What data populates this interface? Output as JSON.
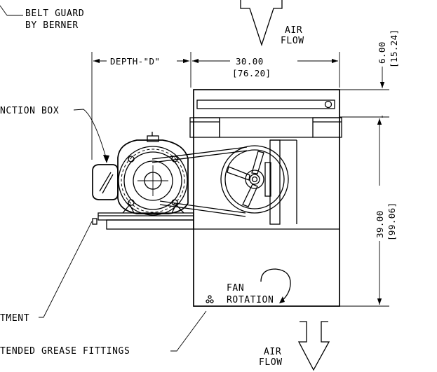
{
  "labels": {
    "belt_guard_1": "BELT GUARD",
    "belt_guard_2": "BY BERNER",
    "junction_box": "NCTION BOX",
    "adjustment": "TMENT",
    "grease": "TENDED GREASE FITTINGS",
    "fan_1": "FAN",
    "fan_2": "ROTATION",
    "airflow_top_1": "AIR",
    "airflow_top_2": "FLOW",
    "airflow_bottom_1": "AIR",
    "airflow_bottom_2": "FLOW"
  },
  "dimensions": {
    "depth": "DEPTH-\"D\"",
    "width_in": "30.00",
    "width_cm": "[76.20]",
    "top_in": "6.00",
    "top_cm": "[15.24]",
    "height_in": "39.00",
    "height_cm": "[99.06]"
  }
}
